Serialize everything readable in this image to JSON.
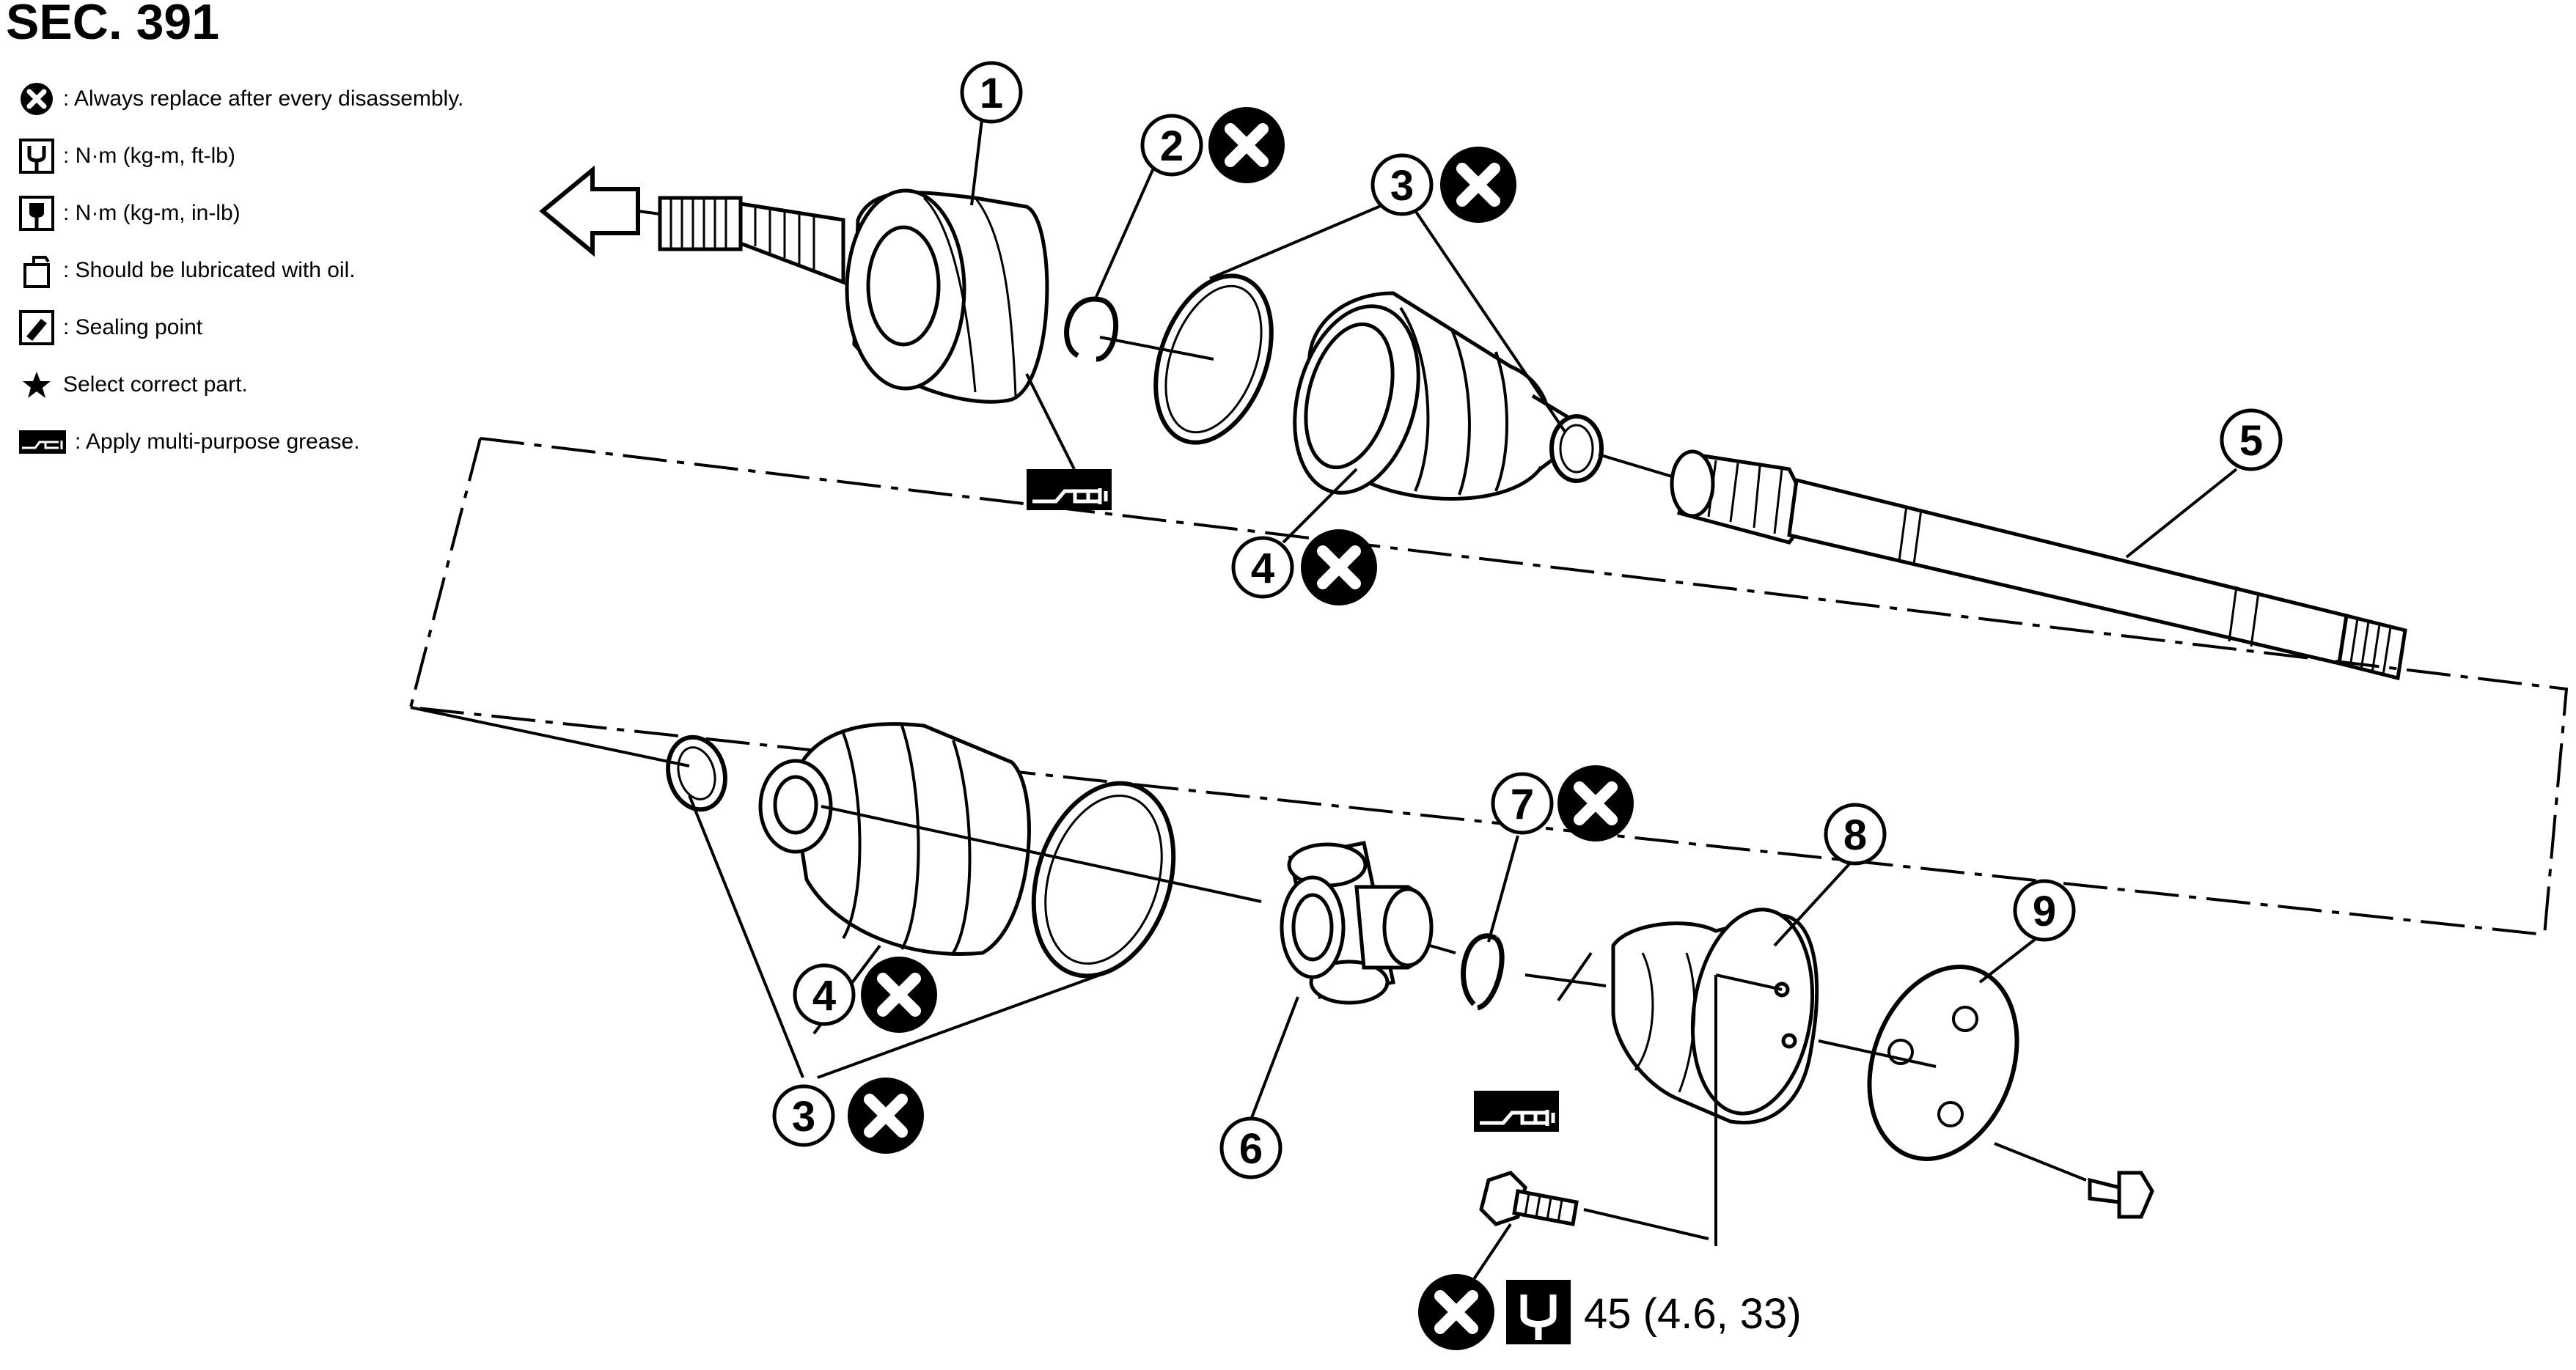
{
  "section_title": "SEC. 391",
  "legend": [
    {
      "icon": "replace-x-icon",
      "text": ": Always replace after every disassembly."
    },
    {
      "icon": "torque-wrench-icon",
      "text": ": N·m (kg-m, ft-lb)"
    },
    {
      "icon": "torque-wrench-filled-icon",
      "text": ": N·m (kg-m, in-lb)"
    },
    {
      "icon": "oil-can-icon",
      "text": ": Should be lubricated with oil."
    },
    {
      "icon": "sealant-icon",
      "text": ": Sealing point"
    },
    {
      "icon": "star-icon",
      "text": "Select correct part."
    },
    {
      "icon": "grease-tube-icon",
      "text": ": Apply multi-purpose grease."
    }
  ],
  "part_numbers": [
    "1",
    "2",
    "3",
    "4",
    "5",
    "6",
    "7",
    "8",
    "9"
  ],
  "torque": {
    "value": "45 (4.6, 33)"
  }
}
